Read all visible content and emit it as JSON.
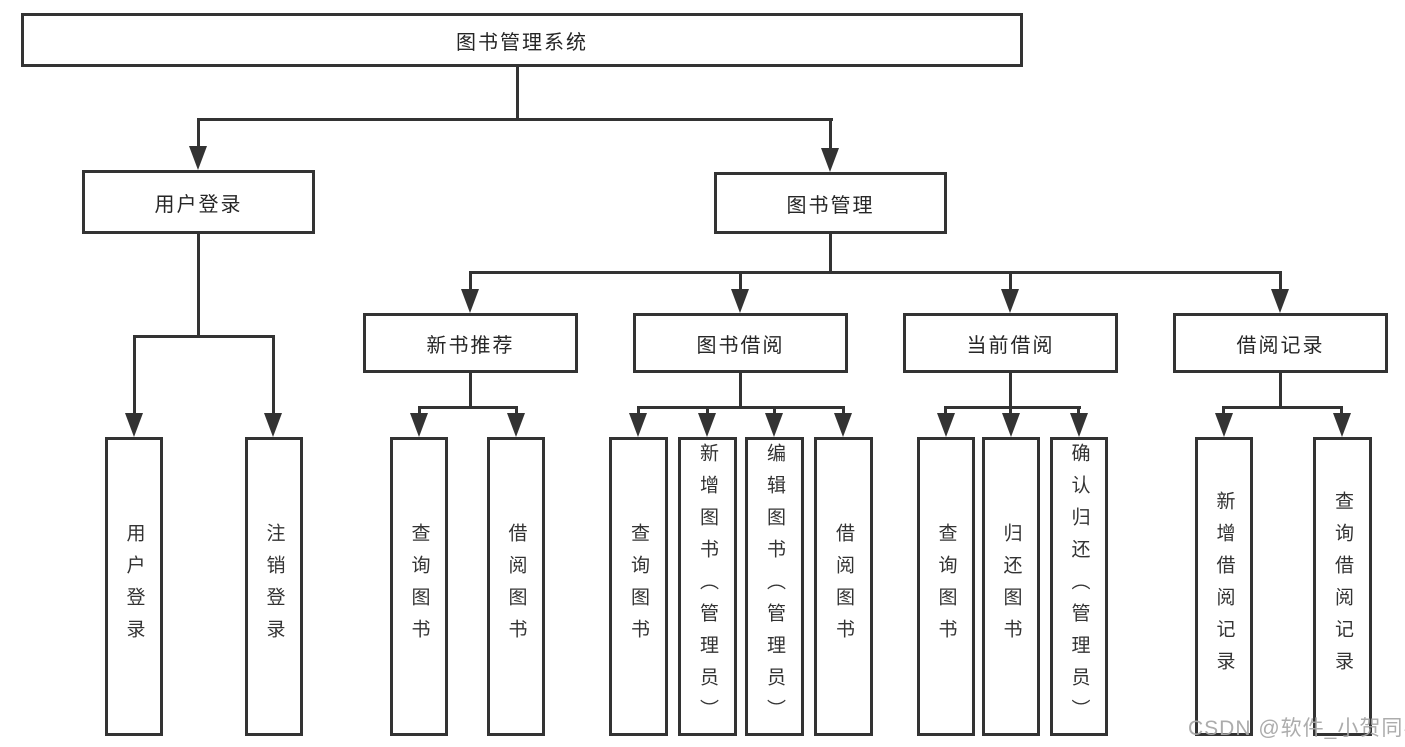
{
  "colors": {
    "line": "#333333",
    "box_border": "#333333",
    "text": "#262626",
    "watermark": "#a8a8a8",
    "background": "#ffffff"
  },
  "diagram": {
    "root": {
      "label": "图书管理系统"
    },
    "branches": [
      {
        "label": "用户登录",
        "children": [
          {
            "label": "用户登录"
          },
          {
            "label": "注销登录"
          }
        ]
      },
      {
        "label": "图书管理",
        "children": [
          {
            "label": "新书推荐",
            "children": [
              {
                "label": "查询图书"
              },
              {
                "label": "借阅图书"
              }
            ]
          },
          {
            "label": "图书借阅",
            "children": [
              {
                "label": "查询图书"
              },
              {
                "label": "新增图书（管理员）"
              },
              {
                "label": "编辑图书（管理员）"
              },
              {
                "label": "借阅图书"
              }
            ]
          },
          {
            "label": "当前借阅",
            "children": [
              {
                "label": "查询图书"
              },
              {
                "label": "归还图书"
              },
              {
                "label": "确认归还（管理员）"
              }
            ]
          },
          {
            "label": "借阅记录",
            "children": [
              {
                "label": "新增借阅记录"
              },
              {
                "label": "查询借阅记录"
              }
            ]
          }
        ]
      }
    ]
  },
  "watermark": {
    "text": "CSDN @软件_小贺同学"
  }
}
